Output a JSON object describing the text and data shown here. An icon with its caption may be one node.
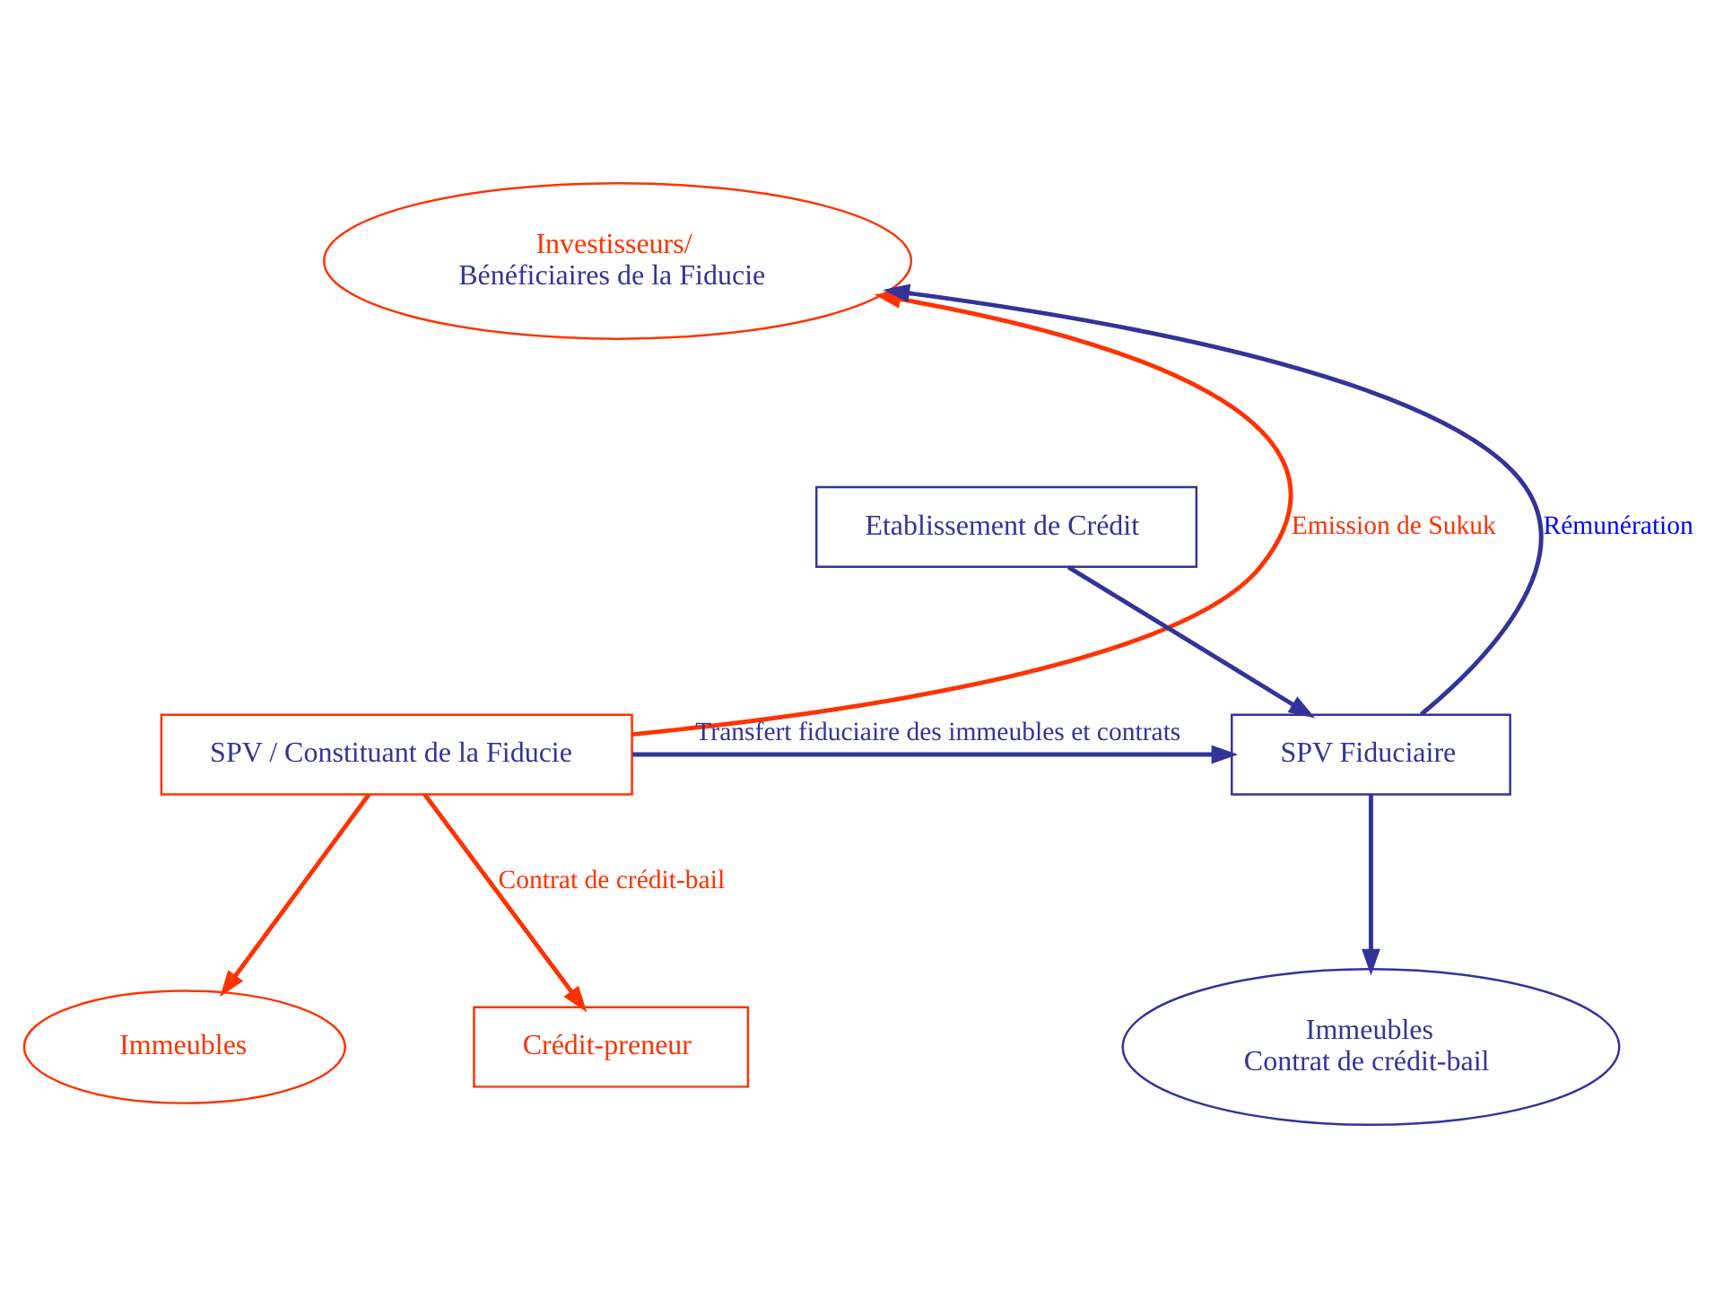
{
  "diagram": {
    "nodes": [
      {
        "text": [
          "Investisseurs/",
          "Bénéficiaires de la Fiducie"
        ]
      },
      {
        "text": [
          "SPV / Constituant de la Fiducie"
        ]
      },
      {
        "text": [
          "Immeubles"
        ]
      },
      {
        "text": [
          "Crédit-preneur"
        ]
      },
      {
        "text": [
          "Etablissement de Crédit"
        ]
      },
      {
        "text": [
          "SPV Fiduciaire"
        ]
      },
      {
        "text": [
          "Immeubles",
          "Contrat de crédit-bail"
        ]
      }
    ],
    "edges": [
      {
        "from": 1,
        "to": 0,
        "arrow": "to",
        "label": "Emission de Sukuk",
        "color": "#ff3300"
      },
      {
        "from": 1,
        "to": 2,
        "arrow": "to",
        "color": "#ff3300"
      },
      {
        "from": 1,
        "to": 3,
        "arrow": "to",
        "label": "Contrat de crédit-bail",
        "color": "#ff3300"
      },
      {
        "from": 1,
        "to": 5,
        "arrow": "to",
        "label": "Transfert fiduciaire des immeubles et contrats"
      },
      {
        "from": 4,
        "to": 5,
        "arrow": "to"
      },
      {
        "from": 5,
        "to": 6,
        "arrow": "to"
      },
      {
        "from": 5,
        "to": 0,
        "arrow": "to",
        "label": "Rémunération"
      }
    ]
  }
}
